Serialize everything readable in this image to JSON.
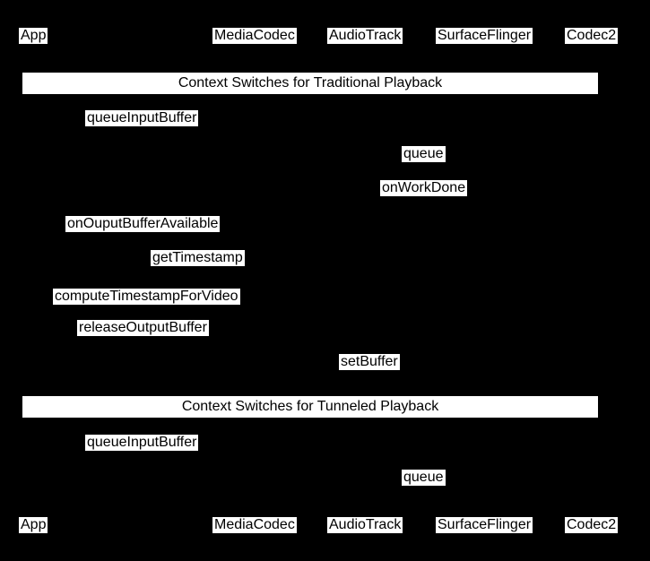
{
  "diagram": {
    "colors": {
      "background": "#000000",
      "label_background": "#ffffff",
      "label_text": "#000000"
    },
    "participants": [
      "App",
      "MediaCodec",
      "AudioTrack",
      "SurfaceFlinger",
      "Codec2"
    ],
    "sections": [
      {
        "title": "Context Switches for Traditional Playback",
        "messages": [
          "queueInputBuffer",
          "queue",
          "onWorkDone",
          "onOuputBufferAvailable",
          "getTimestamp",
          "computeTimestampForVideo",
          "releaseOutputBuffer",
          "setBuffer"
        ]
      },
      {
        "title": "Context Switches for Tunneled Playback",
        "messages": [
          "queueInputBuffer",
          "queue"
        ]
      }
    ]
  }
}
